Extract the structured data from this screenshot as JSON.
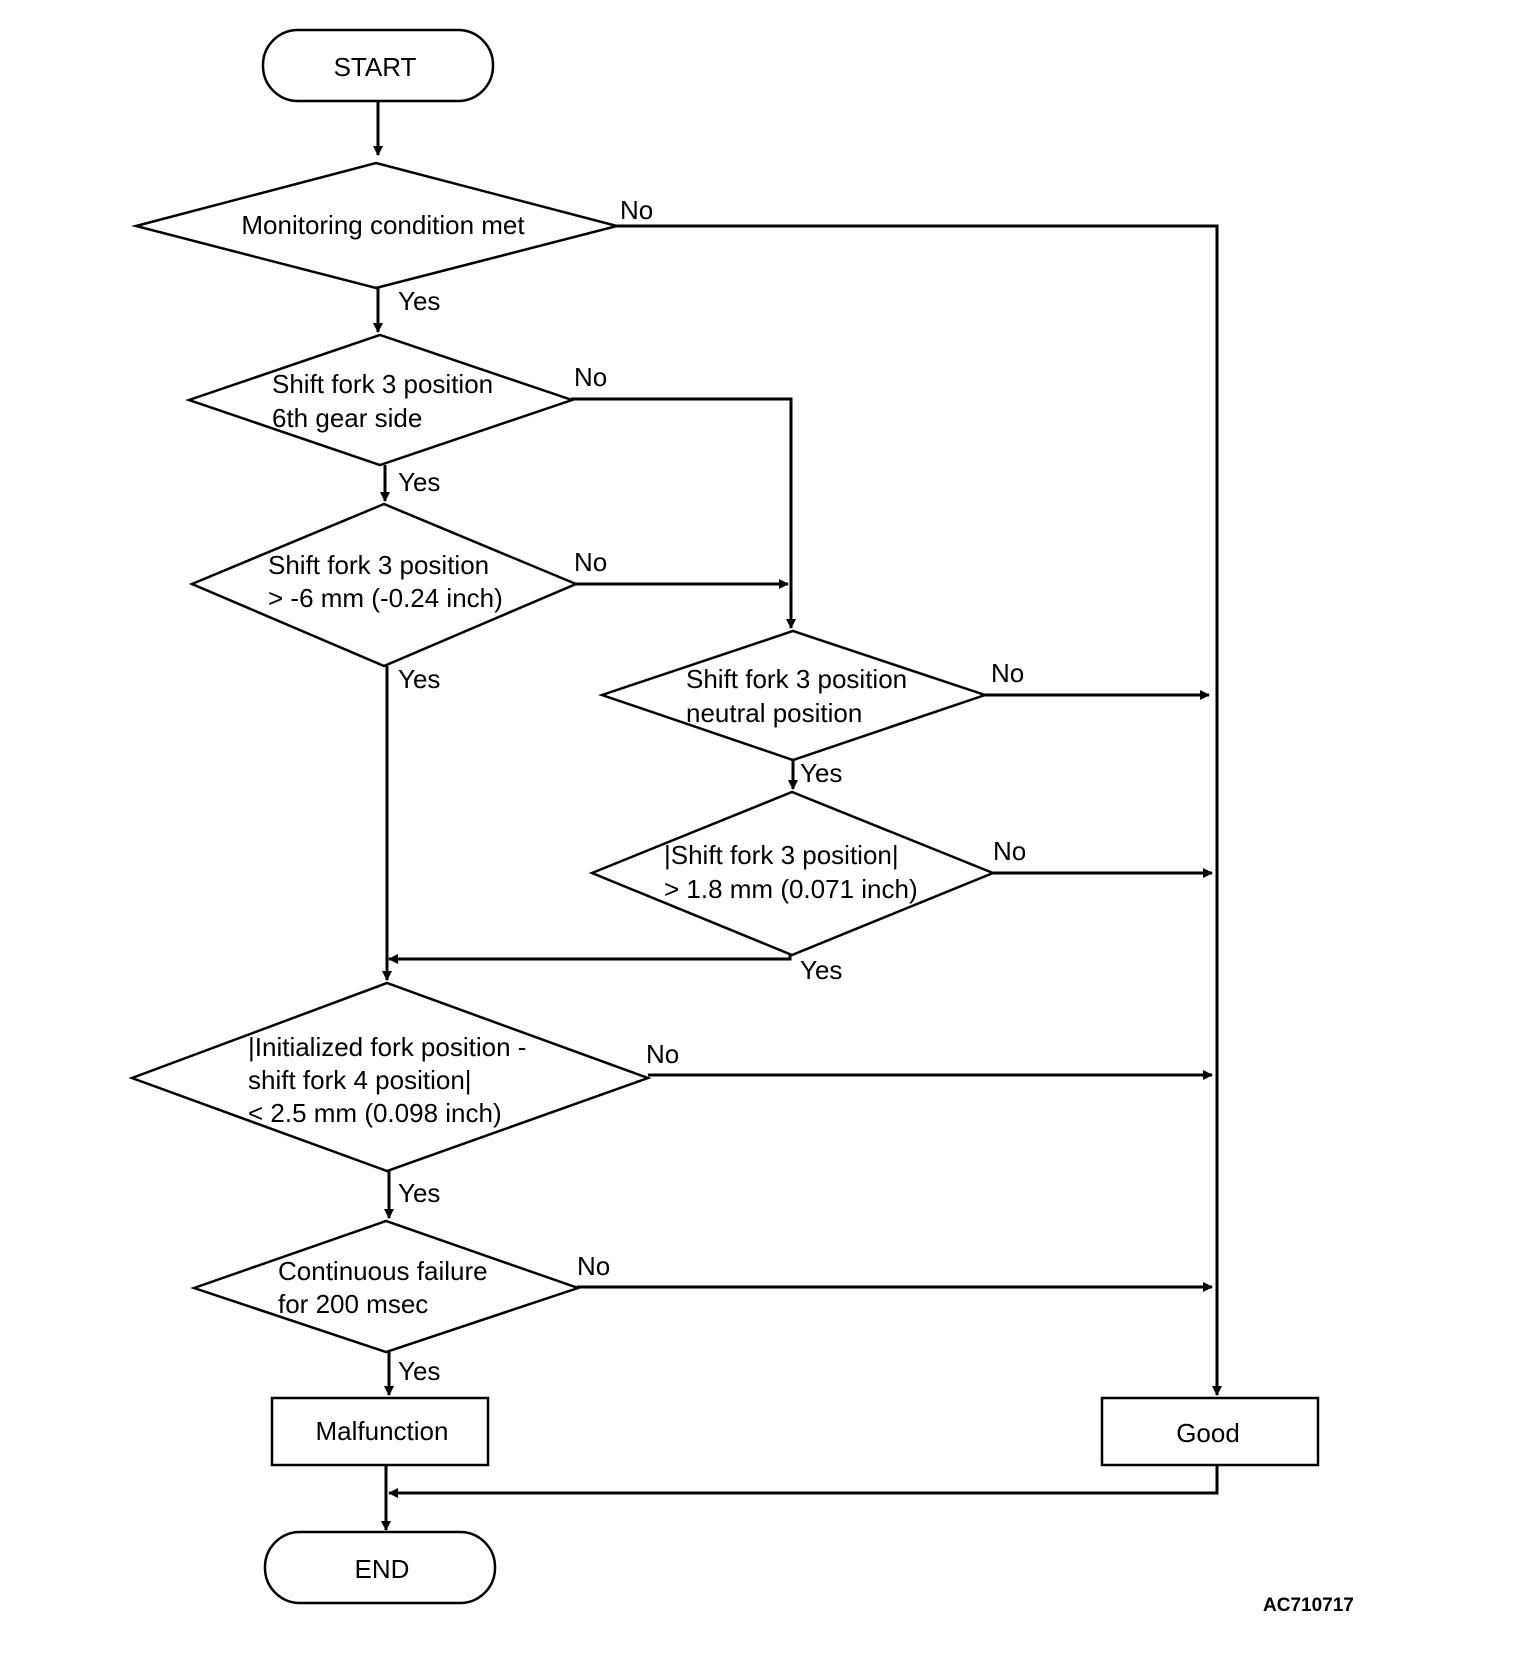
{
  "nodes": {
    "start": "START",
    "d1": "Monitoring condition met",
    "d2": [
      "Shift fork 3 position",
      "6th gear side"
    ],
    "d3": [
      "Shift fork 3 position",
      "> -6 mm (-0.24 inch)"
    ],
    "d4": [
      "Shift fork 3 position",
      "neutral position"
    ],
    "d5": [
      "|Shift fork 3 position|",
      "> 1.8 mm (0.071 inch)"
    ],
    "d6": [
      "|Initialized fork position -",
      "shift fork 4 position|",
      "< 2.5 mm (0.098 inch)"
    ],
    "d7": [
      "Continuous failure",
      "for 200 msec"
    ],
    "malfunction": "Malfunction",
    "good": "Good",
    "end": "END"
  },
  "edge_labels": {
    "yes": "Yes",
    "no": "No"
  },
  "figure_code": "AC710717"
}
